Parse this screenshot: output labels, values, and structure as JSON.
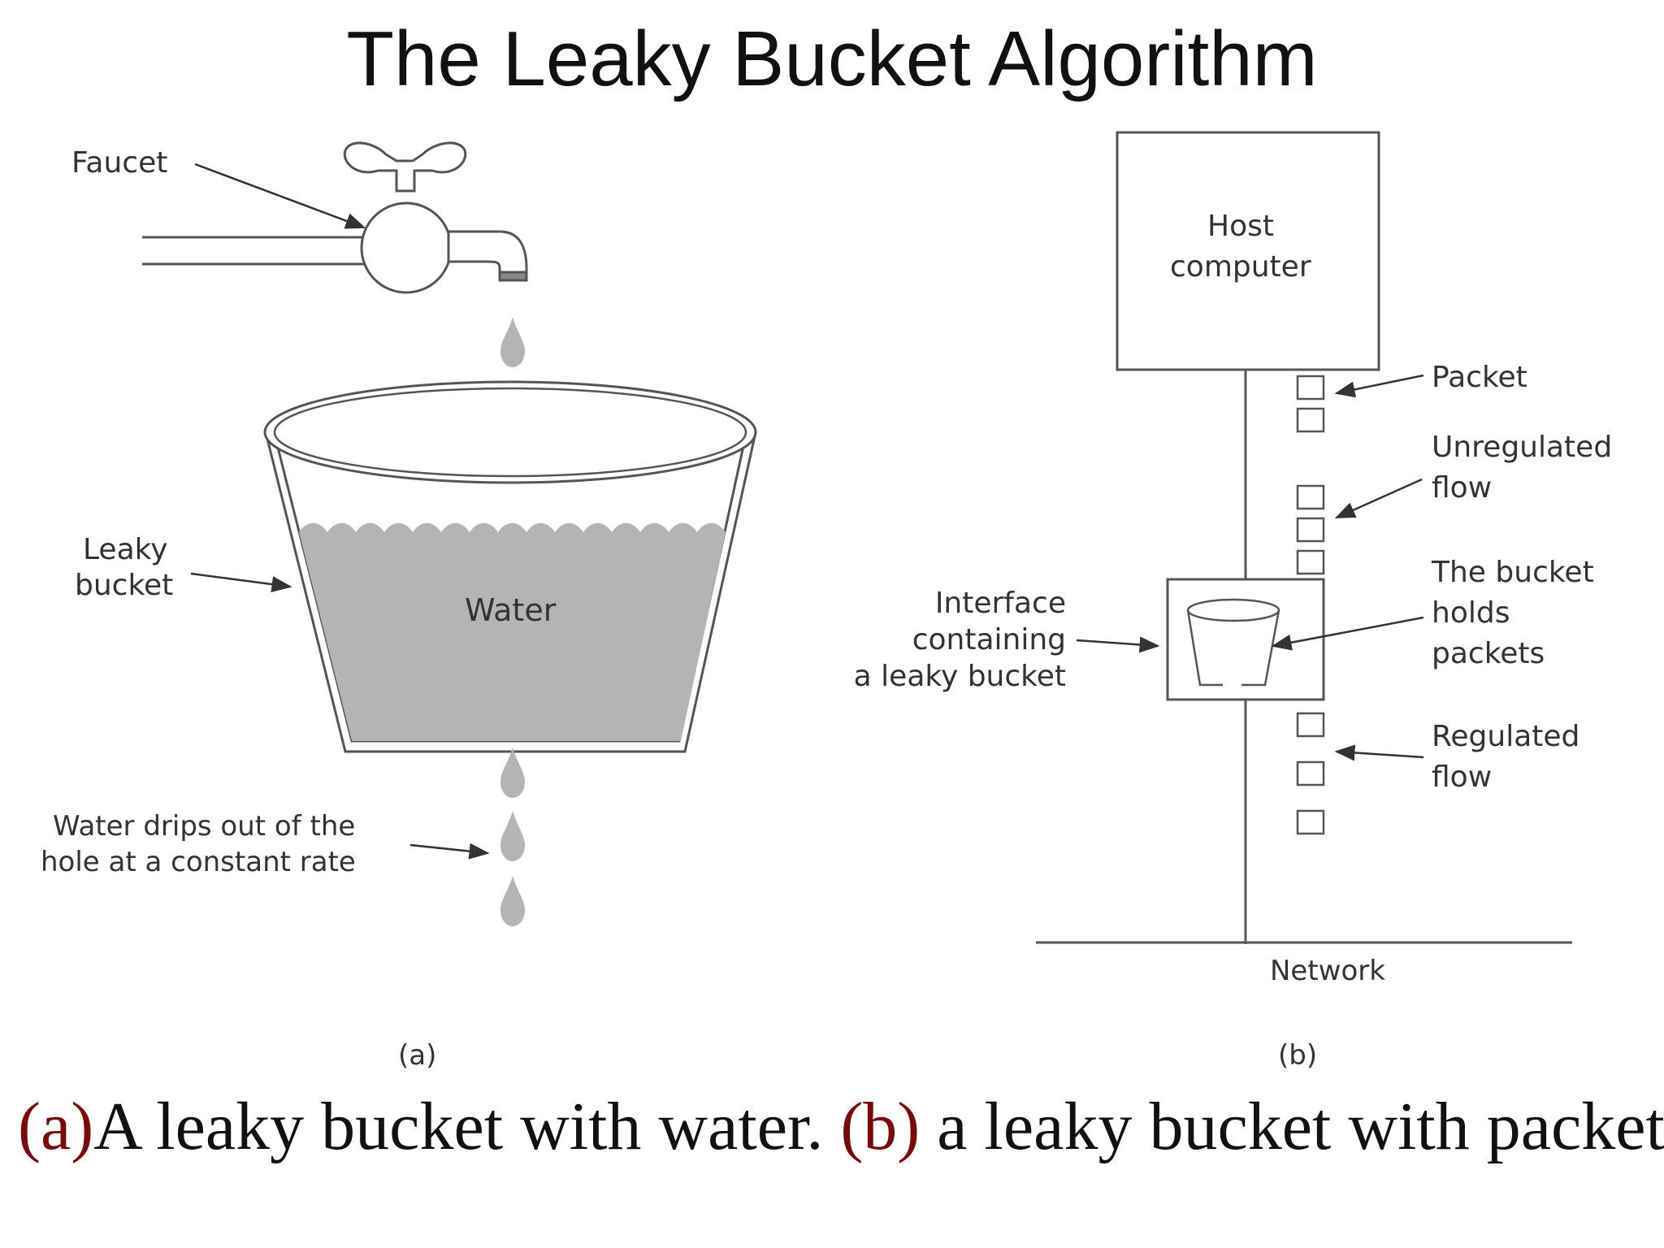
{
  "title": "The Leaky Bucket Algorithm",
  "figure_a": {
    "faucet_label": "Faucet",
    "bucket_label_1": "Leaky",
    "bucket_label_2": "bucket",
    "water_label": "Water",
    "drip_label_1": "Water drips out of the",
    "drip_label_2": "hole at a constant rate",
    "panel_label": "(a)"
  },
  "figure_b": {
    "host_line_1": "Host",
    "host_line_2": "computer",
    "packet_label": "Packet",
    "unregulated_1": "Unregulated",
    "unregulated_2": "flow",
    "holds_1": "The bucket",
    "holds_2": "holds",
    "holds_3": "packets",
    "interface_1": "Interface",
    "interface_2": "containing",
    "interface_3": "a leaky bucket",
    "regulated_1": "Regulated",
    "regulated_2": "flow",
    "network_label": "Network",
    "panel_label": "(b)"
  },
  "caption": {
    "tag_a": "(a)",
    "text_a": "A leaky bucket with water. ",
    "tag_b": "(b)",
    "text_b": " a leaky bucket with  packets."
  },
  "colors": {
    "caption_tag": "#7a0a0a",
    "water": "#b4b4b4",
    "line": "#555555"
  }
}
